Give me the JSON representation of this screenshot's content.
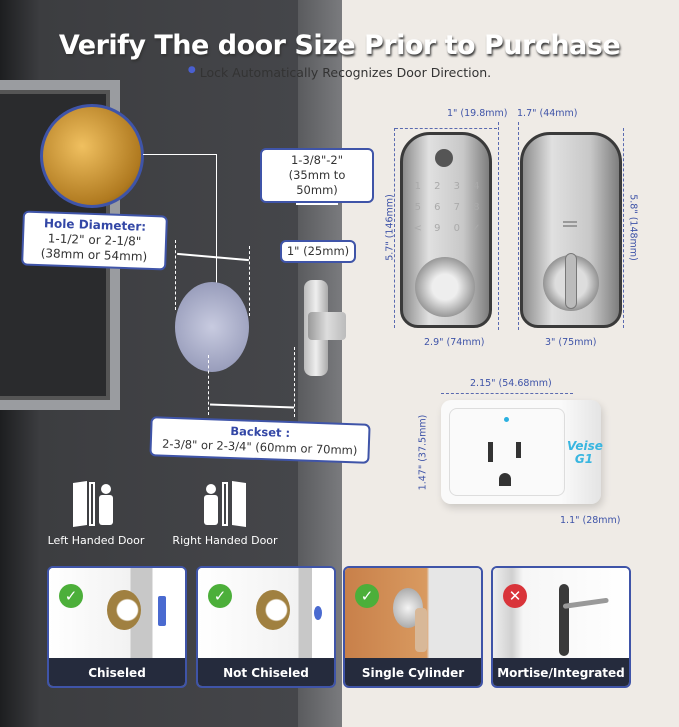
{
  "title": "Verify The door Size Prior to Purchase",
  "subtitle": "Lock Automatically Recognizes Door Direction.",
  "door_diagram": {
    "hole_diameter": {
      "heading": "Hole Diameter:",
      "line1": "1-1/2\" or 2-1/8\"",
      "line2": "(38mm or 54mm)"
    },
    "door_thickness": {
      "line1": "1-3/8\"-2\"",
      "line2": "(35mm to 50mm)"
    },
    "latch_width": "1\" (25mm)",
    "backset": {
      "heading": "Backset :",
      "line1": "2-3/8\" or 2-3/4\" (60mm or 70mm)"
    }
  },
  "lock_dimensions": {
    "front_depth": "1\" (19.8mm)",
    "back_depth": "1.7\" (44mm)",
    "front_height": "5.7\" (146mm)",
    "back_height": "5.8\" (148mm)",
    "front_width": "2.9\" (74mm)",
    "back_width": "3\" (75mm)",
    "keypad": [
      "1",
      "2",
      "3",
      "4",
      "5",
      "6",
      "7",
      "8",
      "<",
      "9",
      "0",
      "✓"
    ]
  },
  "plug": {
    "width": "2.15\" (54.68mm)",
    "height": "1.47\" (37.5mm)",
    "depth": "1.1\" (28mm)",
    "brand": "Veise",
    "model": "G1"
  },
  "door_handing": [
    {
      "label": "Left Handed Door",
      "icon": "left-handed-door-icon"
    },
    {
      "label": "Right Handed Door",
      "icon": "right-handed-door-icon"
    }
  ],
  "compatibility": [
    {
      "label": "Chiseled",
      "status": "check"
    },
    {
      "label": "Not Chiseled",
      "status": "check"
    },
    {
      "label": "Single Cylinder",
      "status": "check"
    },
    {
      "label": "Mortise/Integrated",
      "status": "cross"
    }
  ],
  "colors": {
    "accent": "#3f54a8",
    "check": "#4caf3a",
    "cross": "#d9343a",
    "caption_bg": "#252b3d"
  }
}
